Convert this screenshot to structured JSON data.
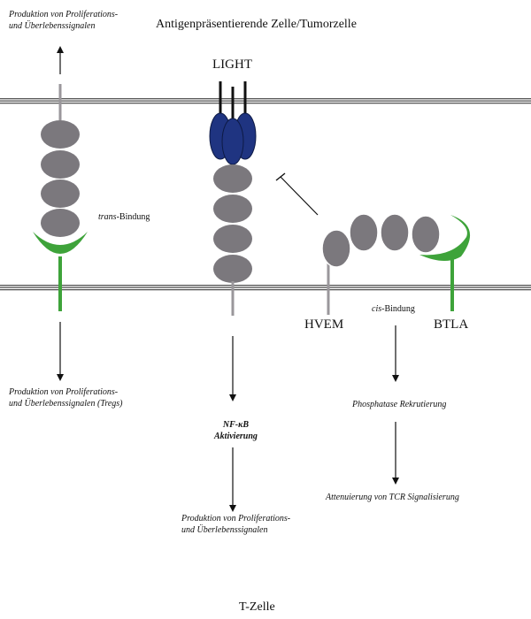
{
  "labels": {
    "top_title": "Antigenpräsentierende Zelle/Tumorzelle",
    "bottom_title": "T-Zelle",
    "top_left_signal_line1": "Produktion von Proliferations-",
    "top_left_signal_line2": "und Überlebenssignalen",
    "light": "LIGHT",
    "trans_italic": "trans",
    "trans_rest": "-Bindung",
    "hvem": "HVEM",
    "btla": "BTLA",
    "cis_italic": "cis",
    "cis_rest": "-Bindung",
    "left_output_line1": "Produktion von Proliferations-",
    "left_output_line2": "und Überlebenssignalen (Tregs)",
    "nfkb_line1": "NF-κB",
    "nfkb_line2": "Aktivierung",
    "middle_output_line1": "Produktion von Proliferations-",
    "middle_output_line2": "und Überlebenssignalen",
    "phosphatase": "Phosphatase Rekrutierung",
    "attenuation": "Attenuierung von TCR Signalisierung"
  },
  "colors": {
    "domain_gray": "#7b787d",
    "light_blue": "#1f3481",
    "btla_green": "#3ea33a",
    "membrane": "#555555"
  }
}
